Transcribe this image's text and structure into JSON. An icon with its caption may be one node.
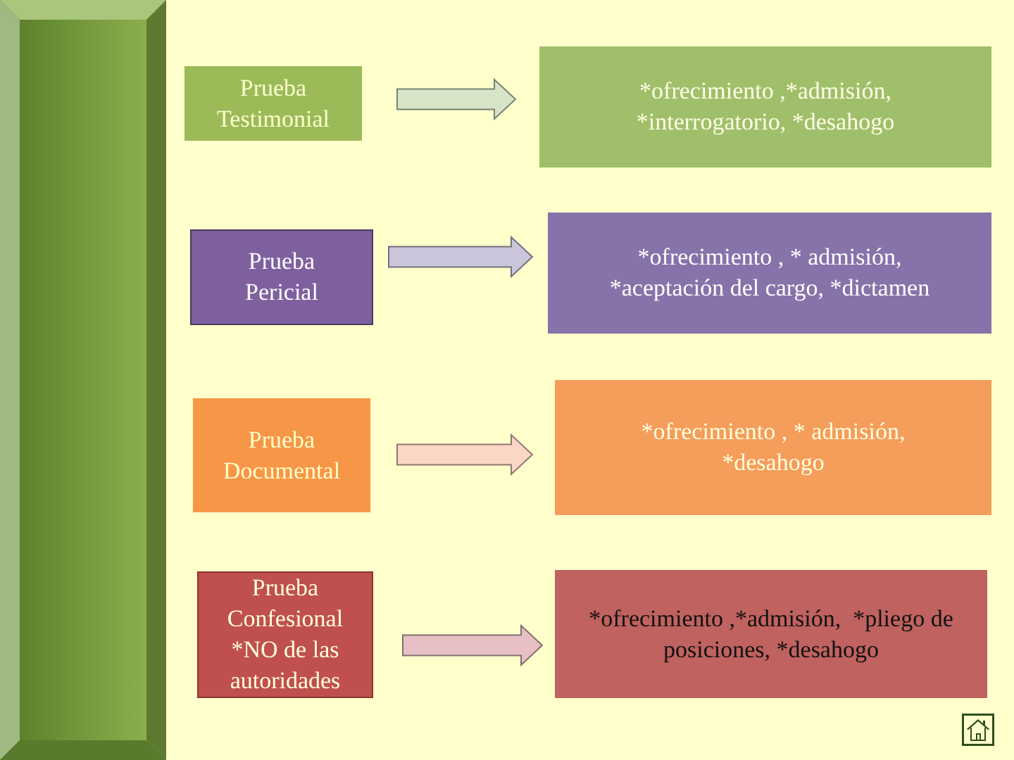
{
  "diagram": {
    "nodes": [
      {
        "text": [
          "Prueba Testimonial"
        ]
      },
      {
        "text": [
          "*ofrecimiento ,*admisión, *interrogatorio, *desahogo"
        ]
      },
      {
        "text": [
          "Prueba Pericial"
        ]
      },
      {
        "text": [
          "*ofrecimiento , * admisión, *aceptación del cargo, *dictamen"
        ]
      },
      {
        "text": [
          "Prueba Documental"
        ]
      },
      {
        "text": [
          "*ofrecimiento , * admisión, *desahogo"
        ]
      },
      {
        "text": [
          "Prueba Confesional",
          "*NO de las autoridades"
        ]
      },
      {
        "text": [
          "*ofrecimiento ,*admisión,  *pliego de posiciones, *desahogo"
        ]
      }
    ],
    "edges": [
      {
        "from": 0,
        "to": 1,
        "arrow": "to",
        "color": "#d7e4c8"
      },
      {
        "from": 2,
        "to": 3,
        "arrow": "to",
        "color": "#ccc6dc"
      },
      {
        "from": 4,
        "to": 5,
        "arrow": "to",
        "color": "#fbd5c5"
      },
      {
        "from": 6,
        "to": 7,
        "arrow": "to",
        "color": "#e6c0c4"
      }
    ]
  }
}
